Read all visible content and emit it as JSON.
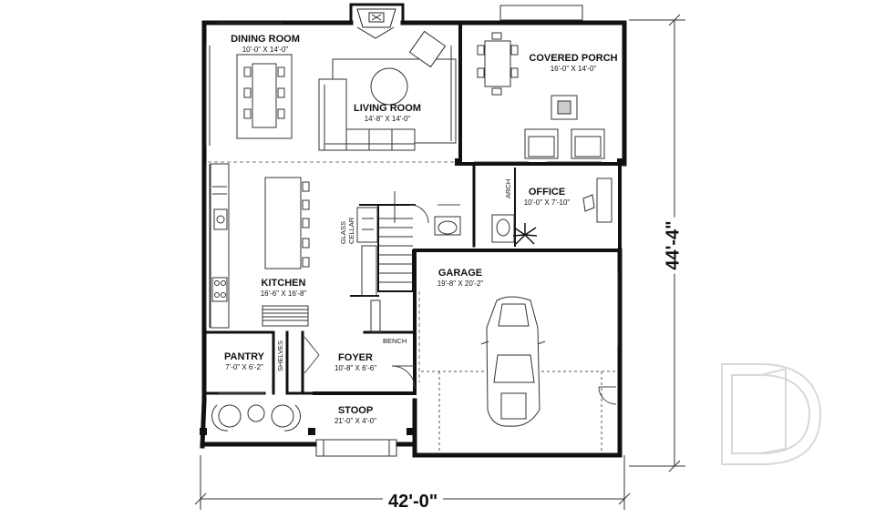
{
  "rooms": {
    "dining": {
      "name": "DINING ROOM",
      "dims": "10'-0\" X 14'-0\""
    },
    "living": {
      "name": "LIVING ROOM",
      "dims": "14'-8\" X 14'-0\""
    },
    "porch": {
      "name": "COVERED PORCH",
      "dims": "16'-0\" X 14'-0\""
    },
    "office": {
      "name": "OFFICE",
      "dims": "10'-0\" X 7'-10\""
    },
    "garage": {
      "name": "GARAGE",
      "dims": "19'-8\" X 20'-2\""
    },
    "kitchen": {
      "name": "KITCHEN",
      "dims": "16'-6\" X 16'-8\""
    },
    "pantry": {
      "name": "PANTRY",
      "dims": "7'-0\" X 6'-2\""
    },
    "foyer": {
      "name": "FOYER",
      "dims": "10'-8\" X 6'-6\""
    },
    "stoop": {
      "name": "STOOP",
      "dims": "21'-0\" X 4'-0\""
    }
  },
  "labels": {
    "arch": "ARCH",
    "glass_cellar": "GLASS CELLAR",
    "bench": "BENCH",
    "shelves": "SHELVES"
  },
  "dimensions": {
    "width": "42'-0\"",
    "depth": "44'-4\""
  },
  "colors": {
    "wall": "#111111",
    "line": "#333333",
    "fill": "#ffffff",
    "watermark": "#d8d8d8"
  }
}
